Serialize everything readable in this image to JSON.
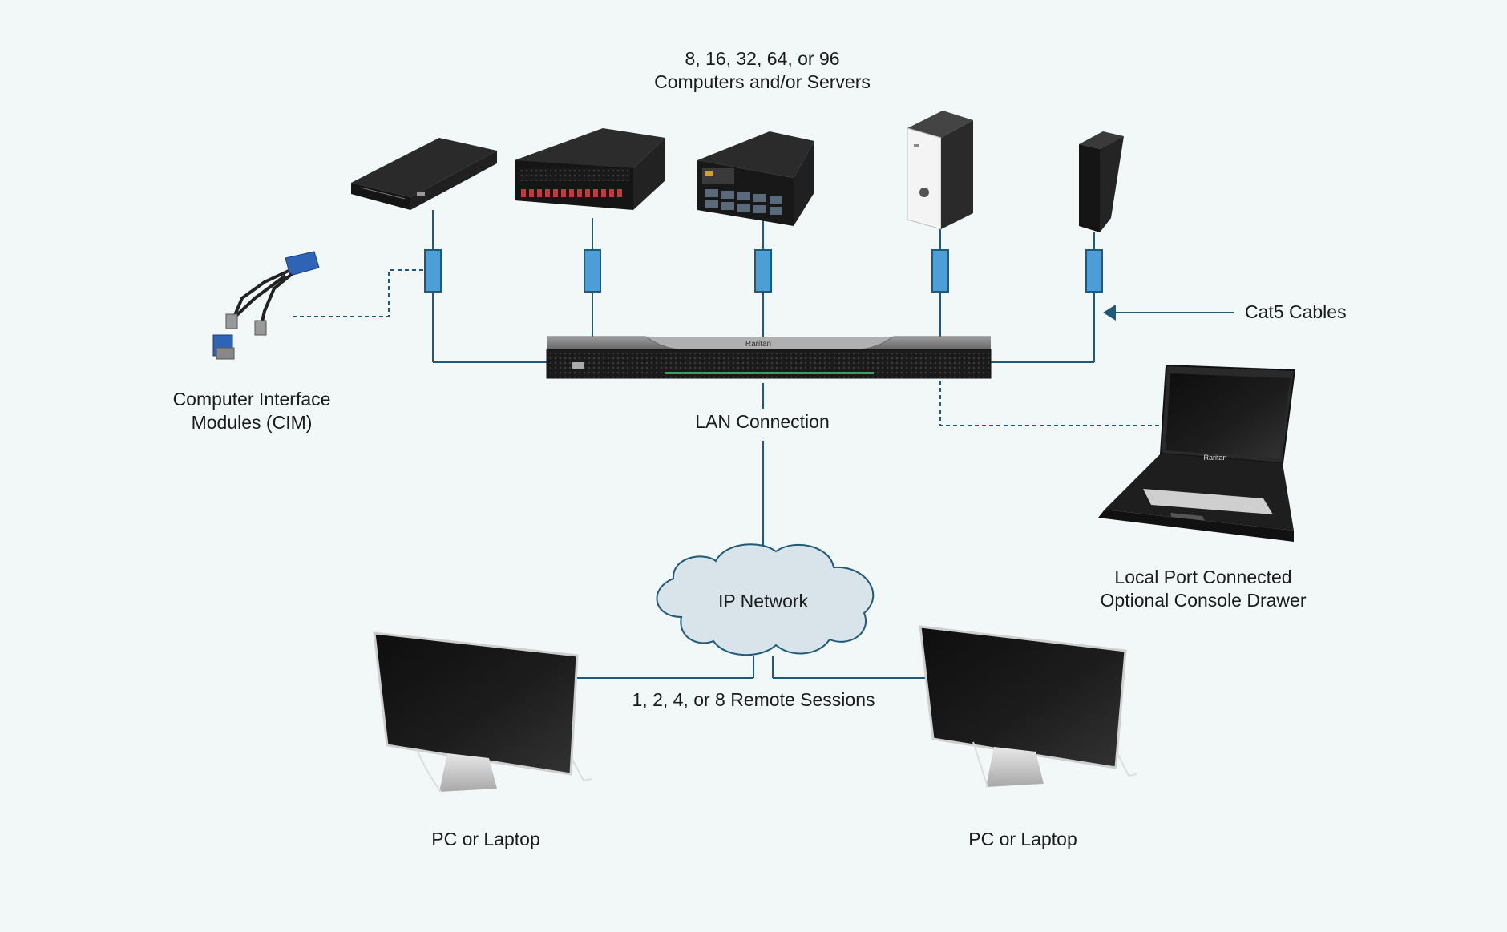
{
  "labels": {
    "computers_line1": "8, 16, 32, 64, or 96",
    "computers_line2": "Computers and/or Servers",
    "cim_line1": "Computer Interface",
    "cim_line2": "Modules (CIM)",
    "cat5": "Cat5 Cables",
    "lan": "LAN Connection",
    "console_line1": "Local Port Connected",
    "console_line2": "Optional Console Drawer",
    "ip_network": "IP Network",
    "remote_sessions": "1, 2, 4, or 8 Remote Sessions",
    "pc_left": "PC or Laptop",
    "pc_right": "PC or Laptop",
    "kvm_brand": "Raritan",
    "drawer_brand": "Raritan"
  },
  "colors": {
    "background": "#f2f8f8",
    "line": "#1f5a78",
    "connector_fill": "#4b9fd6",
    "cloud_fill": "#d8e4ea",
    "arrow": "#1f5a78"
  }
}
